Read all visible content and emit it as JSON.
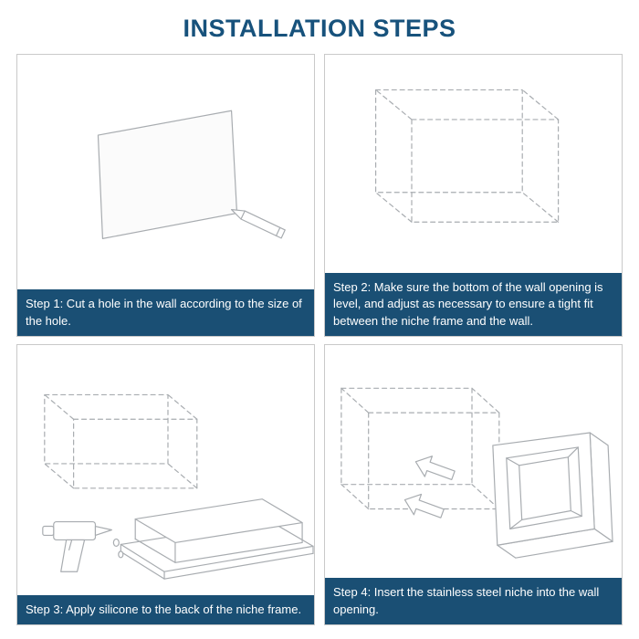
{
  "page": {
    "title": "INSTALLATION STEPS"
  },
  "colors": {
    "title": "#17527c",
    "caption_bar": "#1a4f74",
    "caption_text": "#ffffff",
    "sketch_line": "#a8acb0",
    "panel_border": "#c9c9c9"
  },
  "steps": [
    {
      "id": 1,
      "illustration": "wall-cutting-sketch",
      "caption": "Step 1: Cut a hole in the wall according to the size of the hole."
    },
    {
      "id": 2,
      "illustration": "wall-opening-sketch",
      "caption": "Step 2: Make sure the bottom of the wall opening is level, and adjust as necessary to ensure a tight fit between the niche frame and the wall."
    },
    {
      "id": 3,
      "illustration": "silicone-application-sketch",
      "caption": "Step 3: Apply silicone to the back of the niche frame."
    },
    {
      "id": 4,
      "illustration": "niche-insertion-sketch",
      "caption": "Step 4: Insert the stainless steel niche into the wall opening."
    }
  ]
}
